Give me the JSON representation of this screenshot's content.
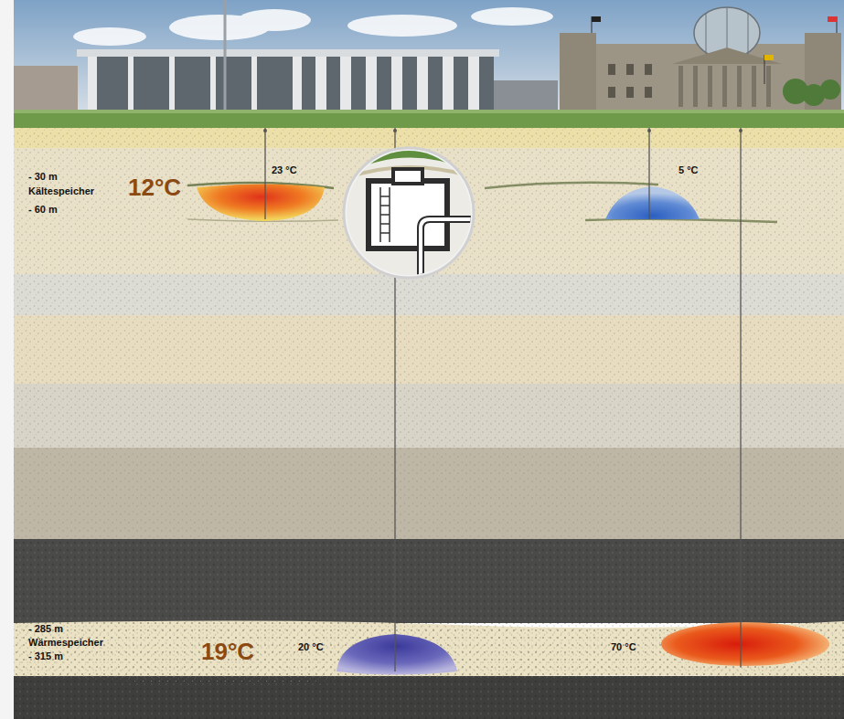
{
  "diagram": {
    "labels": [
      "- 30 m",
      "12°C",
      "Kältespeicher",
      "- 60 m",
      "23 °C",
      "5 °C",
      "- 285 m",
      "Wärmespeicher",
      "- 315 m",
      "19°C",
      "20 °C",
      "70 °C"
    ]
  }
}
